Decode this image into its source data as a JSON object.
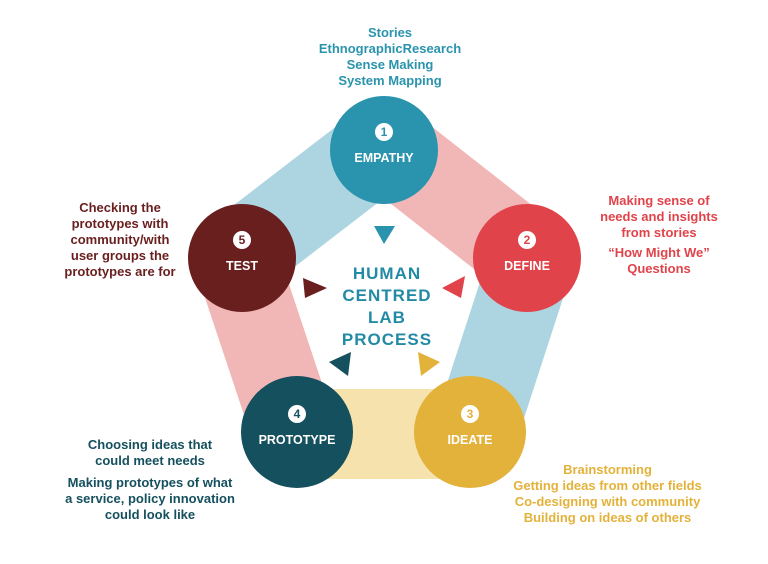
{
  "center_title": [
    "HUMAN",
    "CENTRED",
    "LAB",
    "PROCESS"
  ],
  "colors": {
    "blue": "#2a93ad",
    "red": "#e1434a",
    "maroon": "#6a1f1f",
    "navy": "#15505e",
    "yellow": "#e3b23a",
    "band_blue": "#a9d3df",
    "band_pink": "#f0b3b3",
    "band_yellow": "#f6e0a8"
  },
  "stages": [
    {
      "id": "empathy",
      "number": "1",
      "label": "EMPATHY",
      "color": "#2a93ad"
    },
    {
      "id": "define",
      "number": "2",
      "label": "DEFINE",
      "color": "#e1434a"
    },
    {
      "id": "ideate",
      "number": "3",
      "label": "IDEATE",
      "color": "#e3b23a"
    },
    {
      "id": "prototype",
      "number": "4",
      "label": "PROTOTYPE",
      "color": "#15505e"
    },
    {
      "id": "test",
      "number": "5",
      "label": "TEST",
      "color": "#6a1f1f"
    }
  ],
  "notes": {
    "empathy": [
      "Stories",
      "EthnographicResearch",
      "Sense Making",
      "System Mapping"
    ],
    "define": [
      "Making sense of",
      "needs and insights",
      "from stories",
      "“How Might We”",
      "Questions"
    ],
    "test": [
      "Checking the",
      "prototypes with",
      "community/with",
      "user groups the",
      "prototypes are for"
    ],
    "prototype": [
      "Choosing ideas that",
      "could meet needs",
      "Making prototypes of what",
      "a service, policy innovation",
      "could look like"
    ],
    "ideate": [
      "Brainstorming",
      "Getting ideas from other fields",
      "Co-designing with community",
      "Building on ideas of others"
    ]
  }
}
